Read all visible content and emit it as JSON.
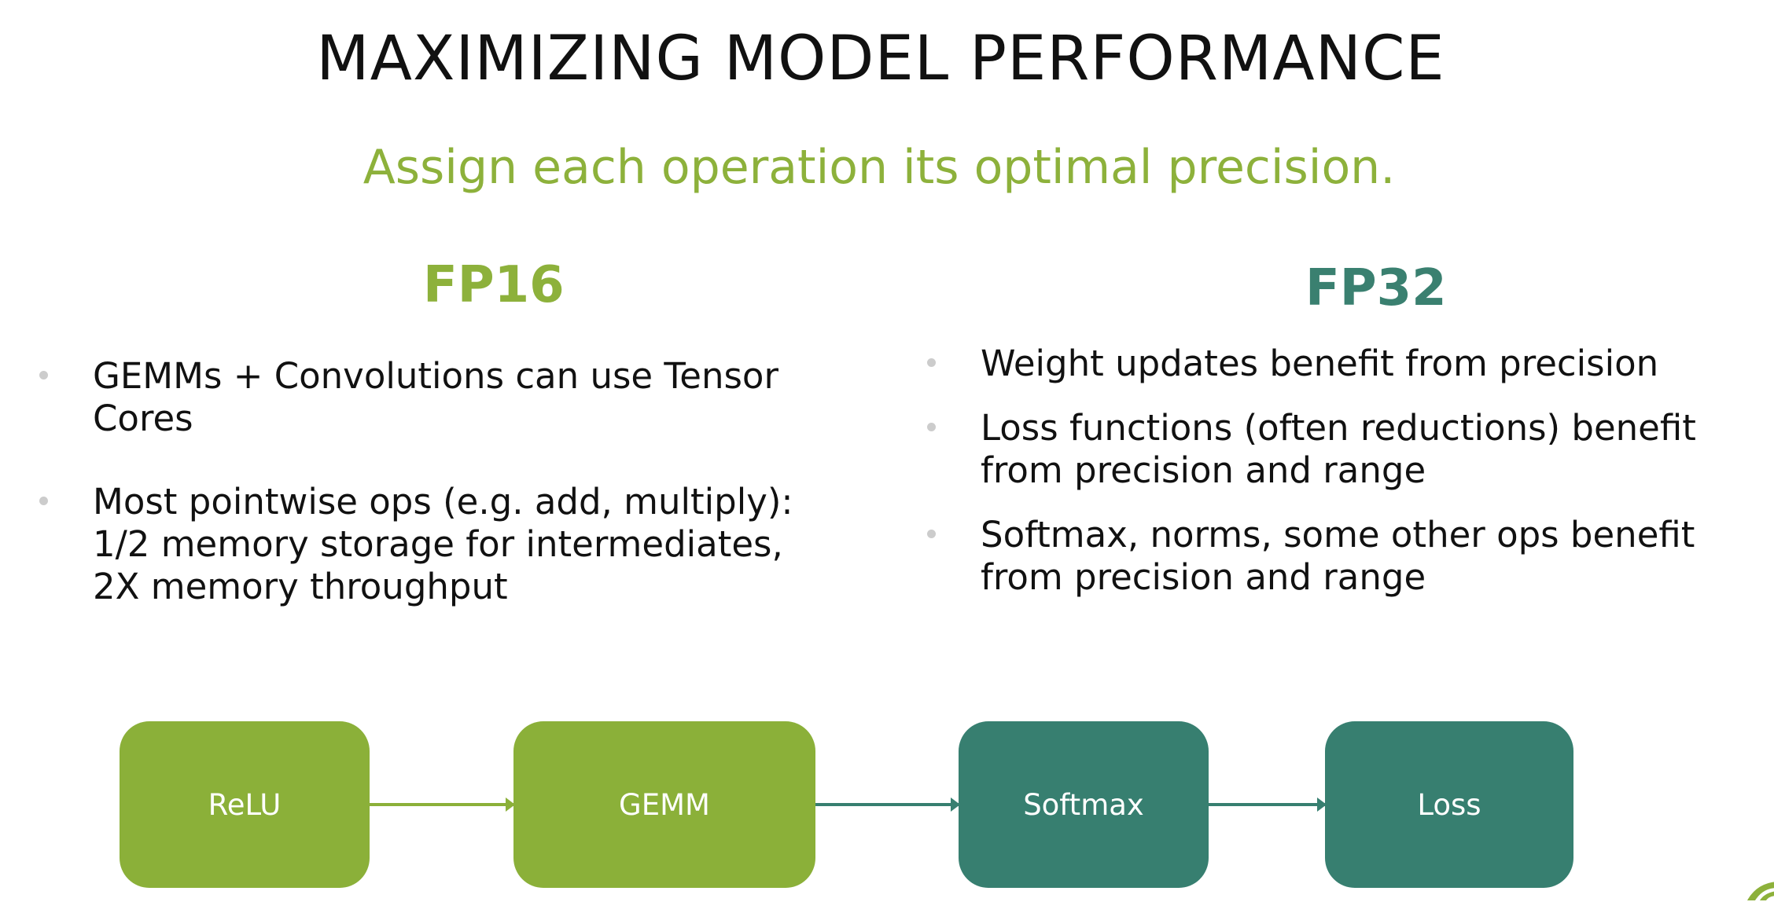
{
  "title": "MAXIMIZING MODEL PERFORMANCE",
  "subtitle": "Assign each operation its optimal precision.",
  "fp16": {
    "heading": "FP16",
    "bullets": [
      [
        "GEMMs + Convolutions can use Tensor Cores"
      ],
      [
        "Most pointwise ops (e.g. add, multiply):",
        "1/2 memory storage for intermediates,",
        "2X memory throughput"
      ]
    ]
  },
  "fp32": {
    "heading": "FP32",
    "bullets": [
      [
        "Weight updates benefit from precision"
      ],
      [
        "Loss functions (often reductions) benefit",
        "from precision and range"
      ],
      [
        "Softmax, norms, some other ops benefit",
        "from precision and range"
      ]
    ]
  },
  "flow": [
    "ReLU",
    "GEMM",
    "Softmax",
    "Loss"
  ],
  "colors": {
    "fp16": "#8bb039",
    "fp32": "#377f70"
  }
}
